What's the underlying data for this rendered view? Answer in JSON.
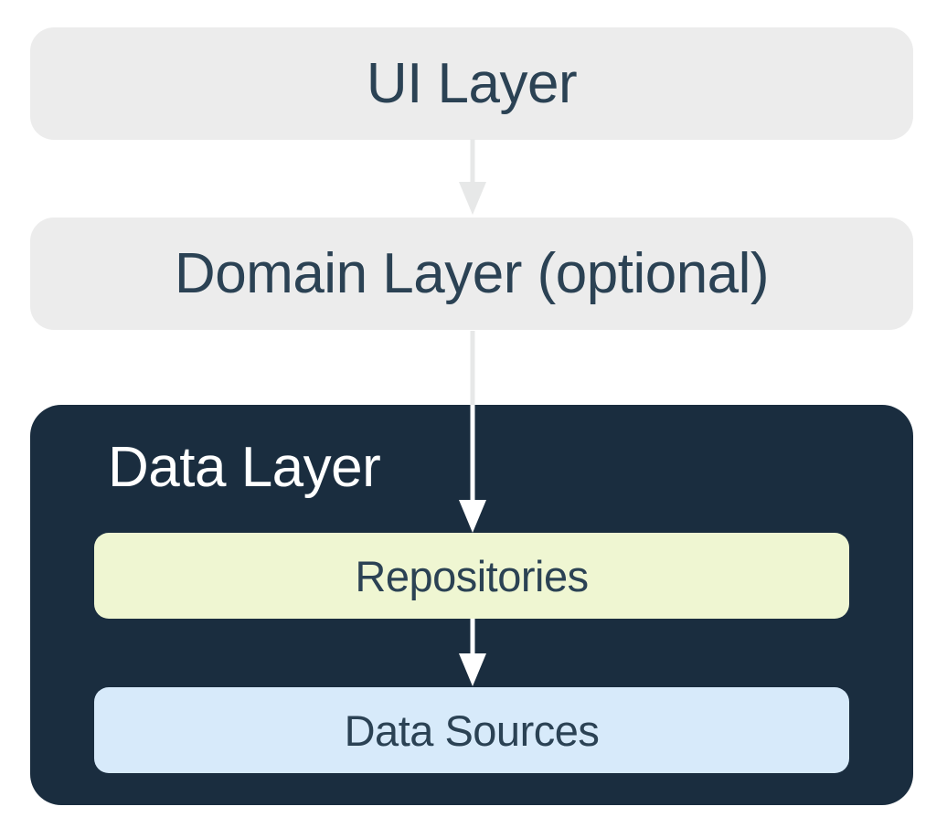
{
  "diagram": {
    "nodes": {
      "ui_layer": {
        "label": "UI Layer"
      },
      "domain_layer": {
        "label": "Domain Layer (optional)"
      },
      "data_layer": {
        "label": "Data Layer"
      },
      "repositories": {
        "label": "Repositories"
      },
      "data_sources": {
        "label": "Data Sources"
      }
    },
    "edges": [
      {
        "from": "UI Layer",
        "to": "Domain Layer (optional)",
        "style": "gray-arrow"
      },
      {
        "from": "Domain Layer (optional)",
        "to": "Repositories",
        "style": "gray-to-white-arrow"
      },
      {
        "from": "Repositories",
        "to": "Data Sources",
        "style": "white-arrow"
      }
    ]
  },
  "colors": {
    "canvas_bg": "#ffffff",
    "layer_box_bg": "#ECECEC",
    "layer_box_text": "#2B4254",
    "data_layer_bg": "#1A2D3F",
    "data_layer_text": "#FFFFFF",
    "repositories_bg": "#EFF6D2",
    "data_sources_bg": "#D7EAFA",
    "arrow_light": "#E7E8E8",
    "arrow_white": "#FFFFFF"
  }
}
